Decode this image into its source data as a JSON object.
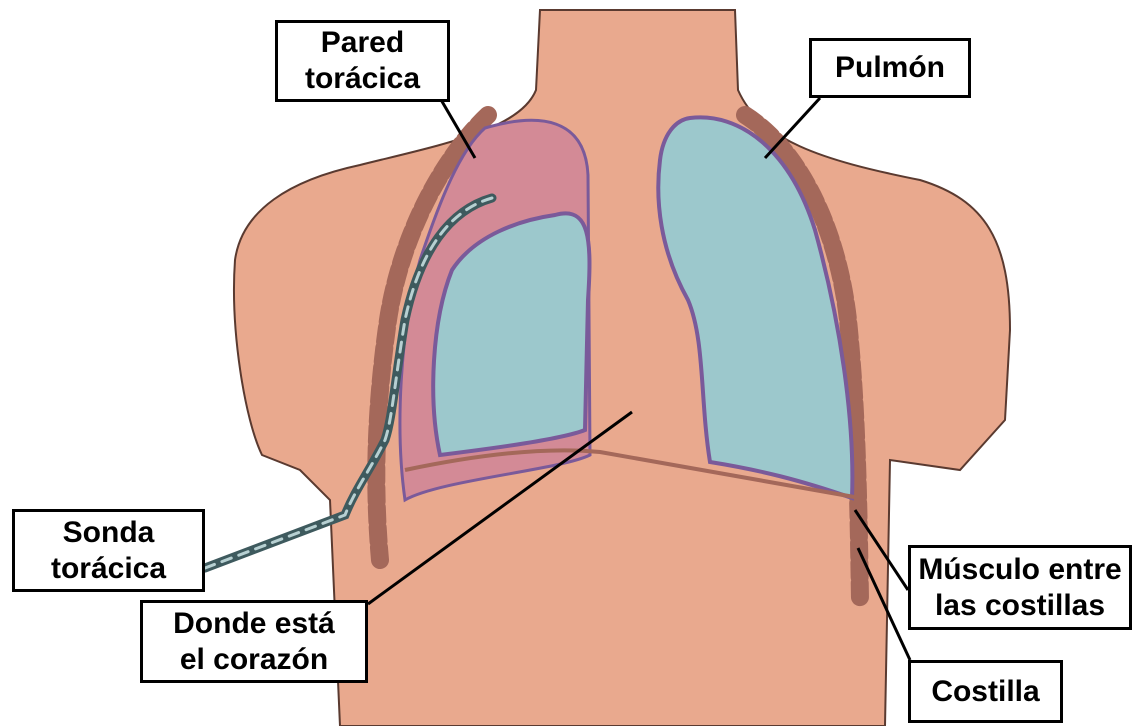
{
  "labels": {
    "chest_wall": "Pared\ntorácica",
    "lung": "Pulmón",
    "chest_tube": "Sonda\ntorácica",
    "heart_location": "Donde está\nel corazón",
    "intercostal_muscle": "Músculo entre\nlas costillas",
    "rib": "Costilla"
  },
  "colors": {
    "skin": "#E9A98E",
    "skin_outline": "#5A3A30",
    "collapsed_lung_space": "#D38A96",
    "lung_fill": "#9CC8CC",
    "lung_outline": "#7A5A9A",
    "rib_band": "#A4685A",
    "chest_tube": "#5E7C80",
    "leader_line": "#000000"
  }
}
